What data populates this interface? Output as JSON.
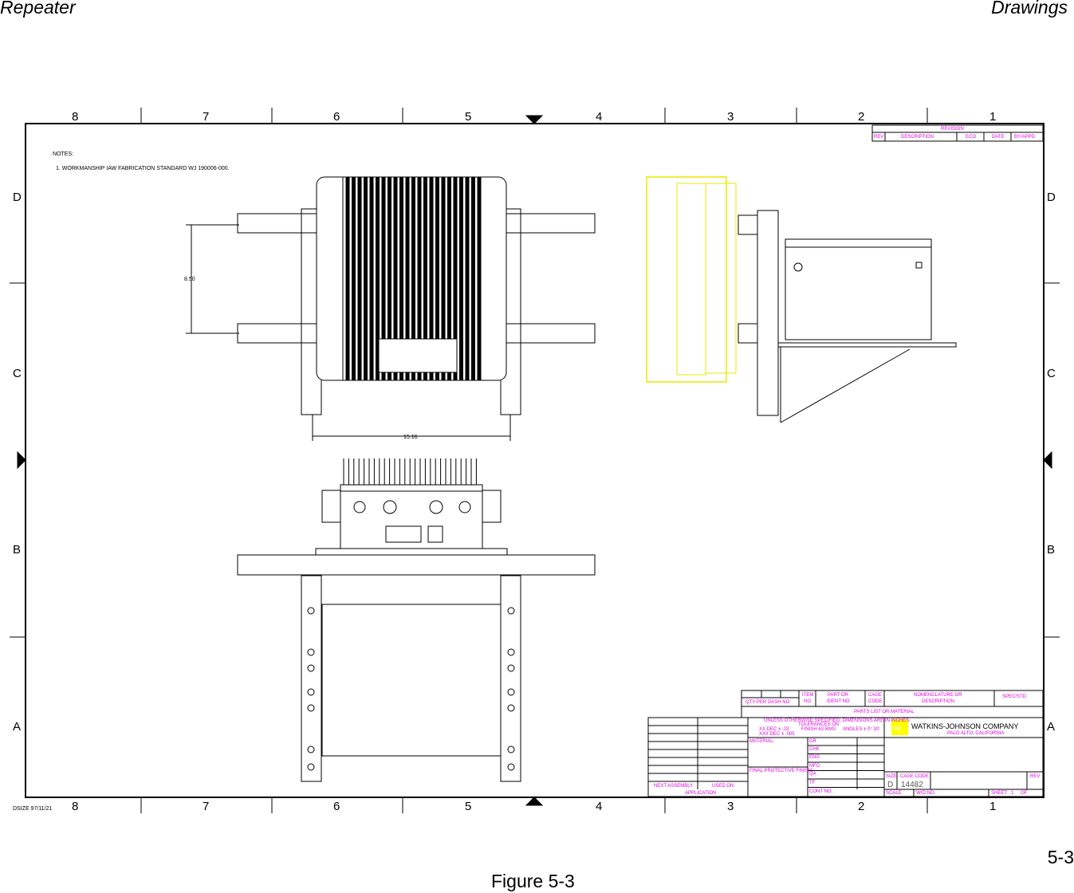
{
  "header": {
    "left": "Repeater",
    "right": "Drawings"
  },
  "page_number": "5-3",
  "caption": "Figure 5-3",
  "drawing": {
    "zone_columns": [
      "8",
      "7",
      "6",
      "5",
      "4",
      "3",
      "2",
      "1"
    ],
    "zone_rows": [
      "D",
      "C",
      "B",
      "A"
    ],
    "notes_title": "NOTES:",
    "note_1": "1.  WORKMANSHIP IAW FABRICATION STANDARD WJ 190006-000.",
    "dim_vertical": "8.50",
    "dim_horizontal": "15.16",
    "dsize_stamp": "DSIZE  97/11/21",
    "revision_block": {
      "title": "REVISION",
      "columns": [
        "REV",
        "DESCRIPTION",
        "ECO",
        "DATE",
        "BY/APPD"
      ]
    },
    "parts_list": {
      "qty_label": "QTY PER DASH NO",
      "item": [
        "ITEM",
        "NO"
      ],
      "part": [
        "PART OR",
        "IDENT NO"
      ],
      "cage": [
        "CAGE",
        "CODE"
      ],
      "nomenclature": [
        "NOMENCLATURE OR",
        "DESCRIPTION"
      ],
      "spec": "SPEC/STD",
      "title": "PARTS LIST OR MATERIAL"
    },
    "title_block": {
      "tolerance_1": "UNLESS OTHERWISE SPECIFIED: DIMENSIONS ARE IN INCHES.",
      "tolerance_2": "TOLERANCES ON",
      "tolerance_3": "XX DEC ± .03",
      "tolerance_4": "XXX DEC ± .005",
      "tolerance_5": "FINISH 63 RMS",
      "tolerance_6": "ANGLES ± 0° 30'",
      "material": "MATERIAL:",
      "finish": "FINAL PROTECTIVE FINISH:",
      "next_assembly": "NEXT ASSEMBLY",
      "used_on": "USED ON",
      "application": "APPLICATION",
      "sign_rows": [
        "DR",
        "CHK",
        "ENG",
        "MFG",
        "QA",
        "TF"
      ],
      "cont_no": "CONT NO.",
      "company": "WATKINS-JOHNSON COMPANY",
      "location": "PALO ALTO, CALIFORNIA",
      "logo": "wj",
      "size_label": "SIZE",
      "size": "D",
      "cage_label": "CAGE CODE",
      "cage_code": "14482",
      "rev_label": "REV",
      "scale_label": "SCALE",
      "wo_label": "W/O NO.",
      "sheet_label": "SHEET",
      "sheet": "1",
      "of_label": "OF"
    },
    "colors": {
      "annotation": "#e000e0",
      "side_view": "#ffff00",
      "logo_bg": "#ffff00",
      "line": "#000000"
    }
  }
}
